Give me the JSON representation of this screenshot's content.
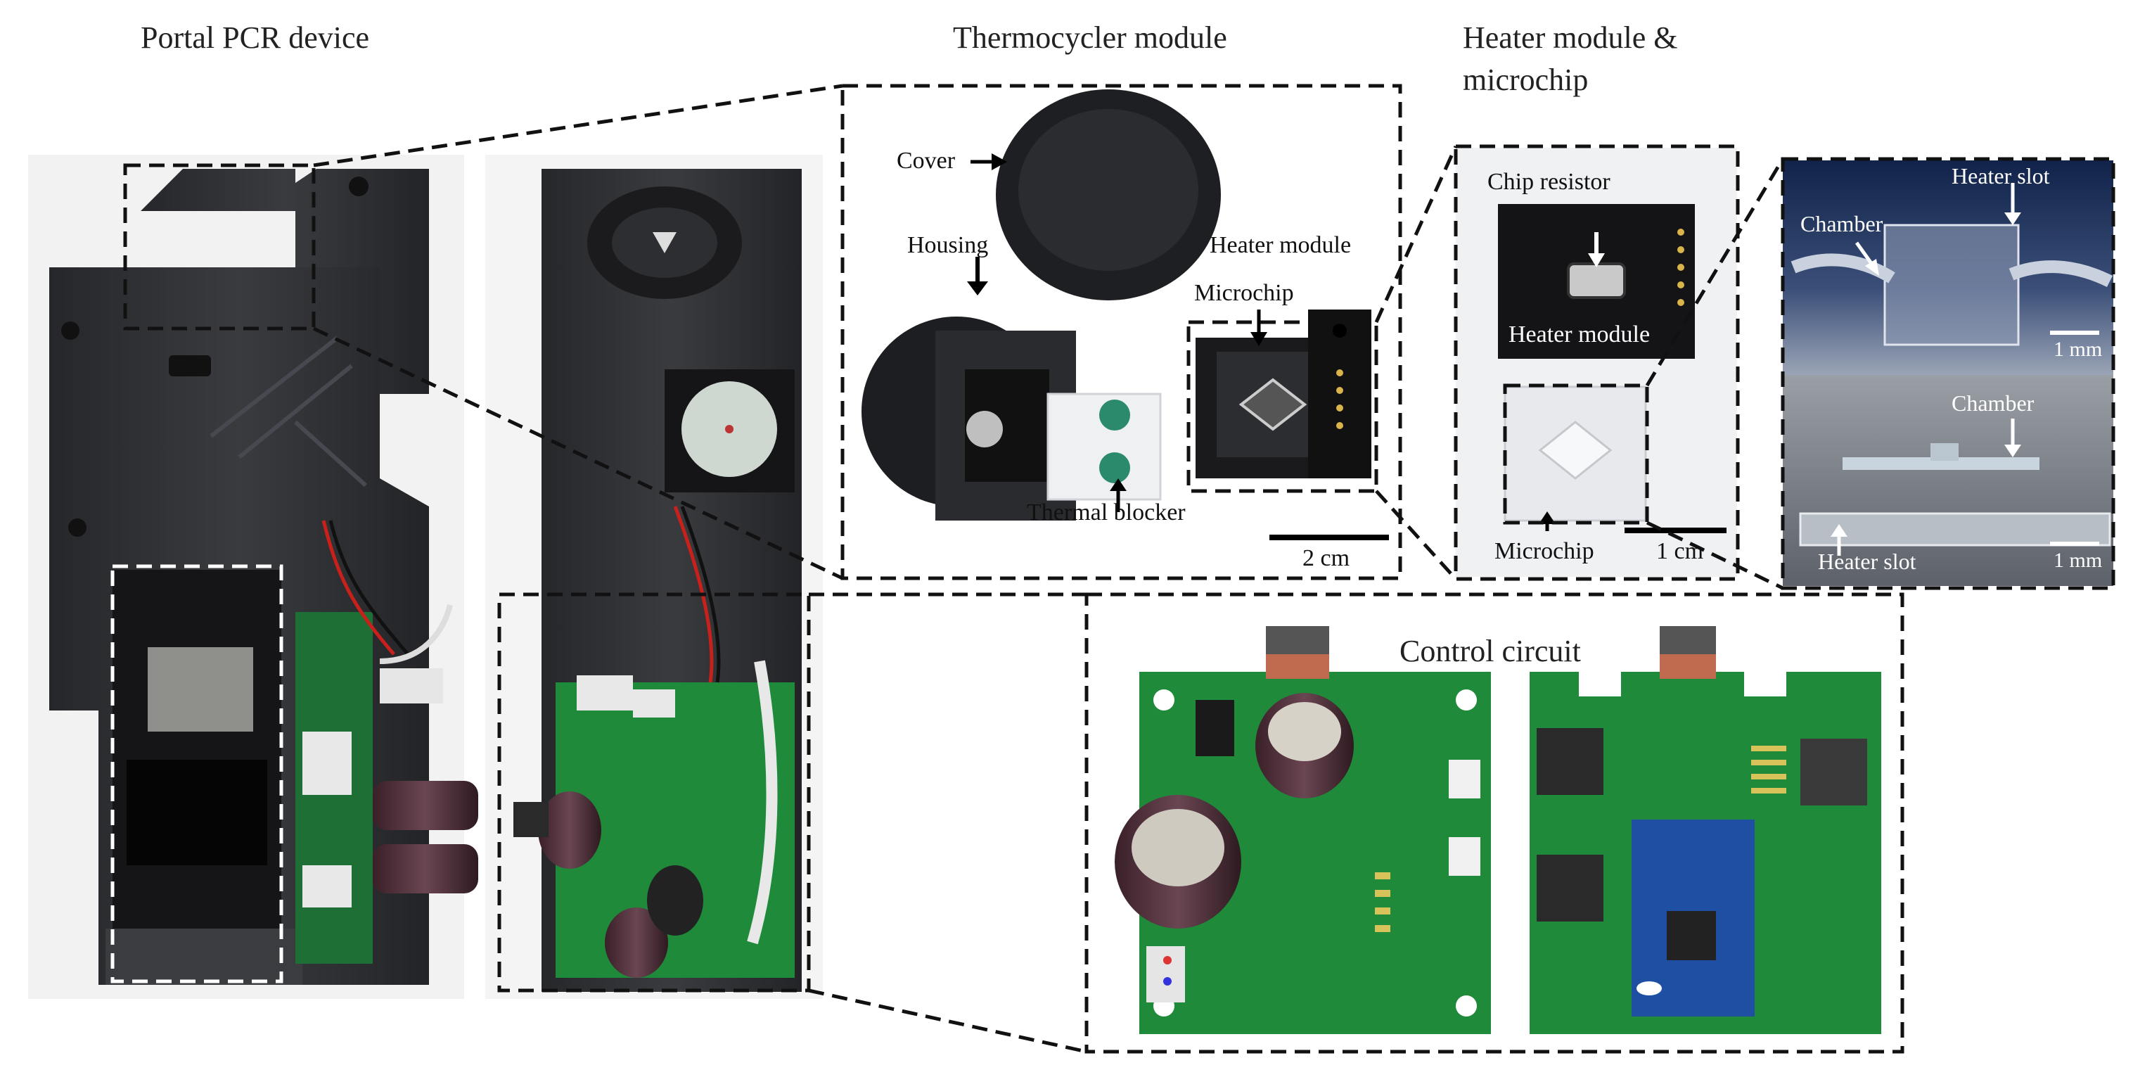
{
  "titles": {
    "portal": "Portal PCR device",
    "thermo": "Thermocycler module",
    "heater_l1": "Heater module &",
    "heater_l2": "microchip",
    "control": "Control circuit"
  },
  "thermo_labels": {
    "cover": "Cover",
    "housing": "Housing",
    "heater_module": "Heater module",
    "microchip": "Microchip",
    "thermal_blocker": "Thermal blocker",
    "scale": "2 cm"
  },
  "heater_labels": {
    "chip_resistor": "Chip resistor",
    "heater_module": "Heater module",
    "microchip": "Microchip",
    "scale": "1 cm"
  },
  "photo_labels": {
    "heater_slot_top": "Heater slot",
    "chamber_top": "Chamber",
    "scale_top": "1 mm",
    "chamber_bottom": "Chamber",
    "heater_slot_bottom": "Heater slot",
    "scale_bottom": "1 mm"
  },
  "colors": {
    "device": "#2c2d30",
    "pcb": "#1f8a3a",
    "pcb_dark": "#146b2b",
    "dashed": "#111111",
    "photo_top_bg": "#1c2f5a"
  }
}
